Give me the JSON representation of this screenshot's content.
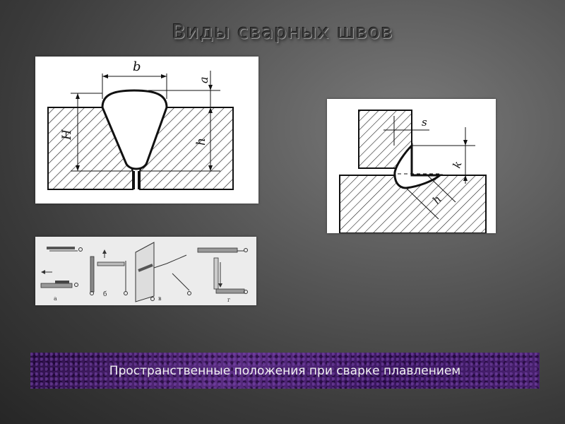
{
  "title": "Виды сварных швов",
  "caption": "Пространственные положения при сварке плавлением",
  "diagram_butt": {
    "labels": {
      "b": "b",
      "a": "a",
      "H": "H",
      "h": "h"
    }
  },
  "diagram_fillet": {
    "labels": {
      "s": "s",
      "k": "k",
      "h": "h"
    }
  },
  "diagram_positions": {
    "labels": {
      "a": "а",
      "b": "б",
      "v": "в",
      "g": "г"
    }
  },
  "colors": {
    "caption_bg": "#4a1f6e",
    "title": "#3f3f3f"
  }
}
